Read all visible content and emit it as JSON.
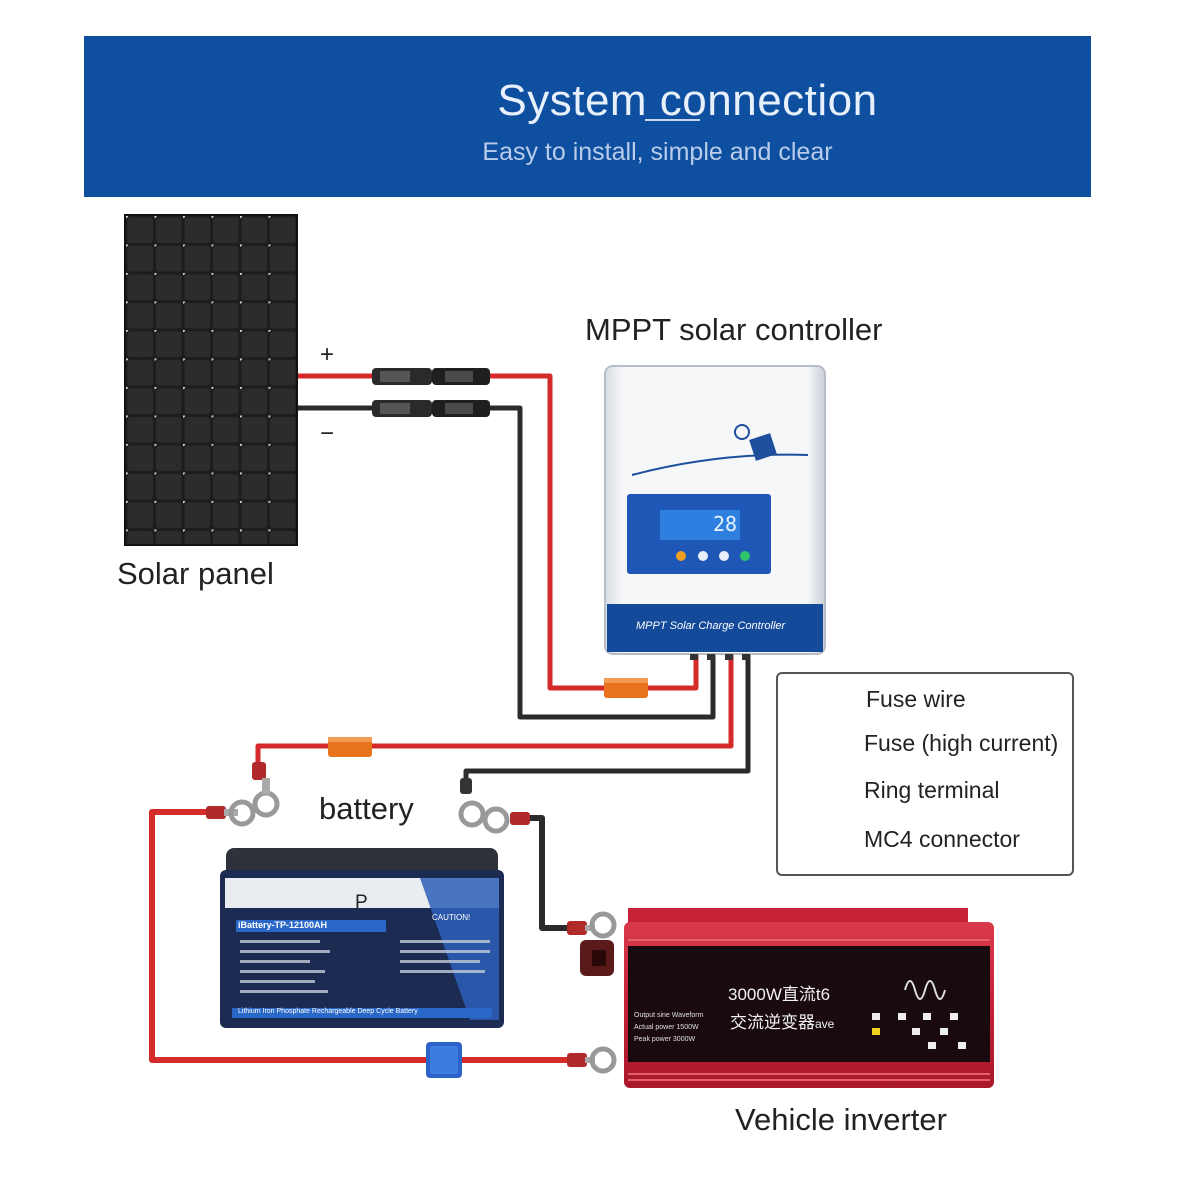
{
  "banner": {
    "title": "System connection",
    "subtitle": "Easy to install, simple and clear",
    "background": "#0e4fa0"
  },
  "components": {
    "solar_panel": {
      "label": "Solar panel",
      "plus_sign": "+",
      "minus_sign": "−"
    },
    "controller": {
      "label": "MPPT solar controller",
      "brand_text": "MPPT Solar Charge Controller",
      "lcd_value": "28"
    },
    "battery": {
      "label": "battery",
      "brand_letter": "P",
      "model_text": "iBattery-TP-12100AH",
      "caution_text": "CAUTION!",
      "footer_text": "Lithium Iron Phosphate Rechargeable Deep Cycle Battery"
    },
    "inverter": {
      "label": "Vehicle inverter",
      "title_line1": "3000W直流t6",
      "title_line2": "交流逆变器",
      "wave_suffix": "ave",
      "spec_line1": "Output sine Waveform",
      "spec_line2": "Actual power 1500W",
      "spec_line3": "Peak power 3000W"
    }
  },
  "legend": {
    "title": "Fuse wire",
    "items": [
      {
        "label": "Fuse (high current)",
        "icon": "fuse-icon"
      },
      {
        "label": "Ring terminal",
        "icon": "ring-terminal-icon"
      },
      {
        "label": "MC4 connector",
        "icon": "mc4-connector-icon"
      }
    ]
  },
  "colors": {
    "positive_wire": "#d42a2a",
    "negative_wire": "#2b2b2b",
    "fuse_wire": "#e8731c",
    "high_current_fuse": "#2a63c9"
  }
}
